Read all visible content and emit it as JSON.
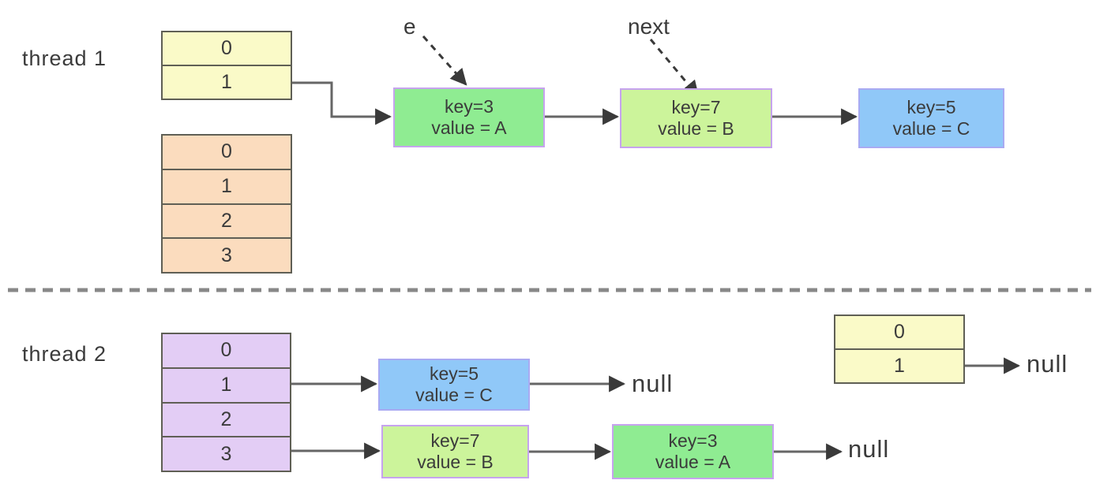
{
  "labels": {
    "thread1": "thread 1",
    "thread2": "thread 2",
    "e_pointer": "e",
    "next_pointer": "next",
    "null": "null"
  },
  "thread1": {
    "bucket_table_small": [
      "0",
      "1"
    ],
    "bucket_table_large": [
      "0",
      "1",
      "2",
      "3"
    ],
    "node_key3": {
      "key": "key=3",
      "value": "value = A"
    },
    "node_key7": {
      "key": "key=7",
      "value": "value = B"
    },
    "node_key5": {
      "key": "key=5",
      "value": "value = C"
    }
  },
  "thread2": {
    "bucket_table": [
      "0",
      "1",
      "2",
      "3"
    ],
    "node_key5": {
      "key": "key=5",
      "value": "value = C"
    },
    "node_key7": {
      "key": "key=7",
      "value": "value = B"
    },
    "node_key3": {
      "key": "key=3",
      "value": "value = A"
    },
    "bucket_table_small": [
      "0",
      "1"
    ]
  },
  "colors": {
    "table_yellow": "#fafac8",
    "table_orange": "#fbdcbe",
    "table_purple": "#e3cdf5",
    "table_border": "#5f5f55",
    "node_green": "#8fec92",
    "node_yellow_green": "#ccf49b",
    "node_blue": "#90c8f8",
    "node_border": "#c6a3ee",
    "node_border_blue": "#a9aaf2",
    "arrow": "#666666",
    "arrow_head": "#3a3a3a",
    "divider": "#888888",
    "text": "#3b3b3b"
  }
}
